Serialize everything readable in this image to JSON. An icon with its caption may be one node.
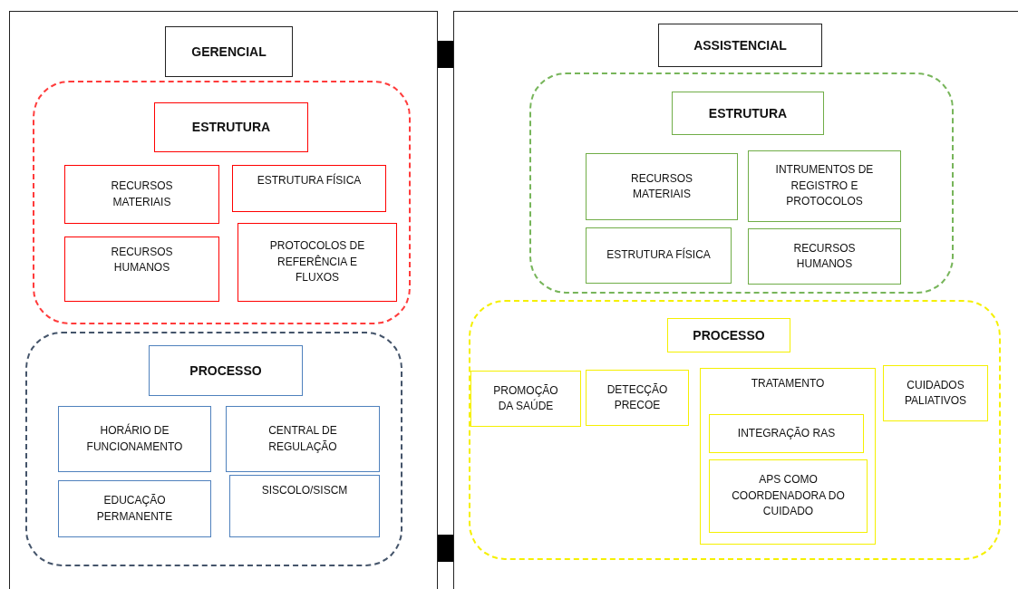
{
  "diagram": {
    "nodes": [
      {
        "text": [],
        "shape": "box"
      },
      {
        "text": [
          "GERENCIAL"
        ],
        "in": 0
      },
      {
        "text": [],
        "shape": "box",
        "in": 0
      },
      {
        "text": [
          "ESTRUTURA"
        ],
        "in": 2
      },
      {
        "text": [
          "RECURSOS MATERIAIS"
        ],
        "in": 2
      },
      {
        "text": [
          "ESTRUTURA FÍSICA"
        ],
        "in": 2
      },
      {
        "text": [
          "RECURSOS HUMANOS"
        ],
        "in": 2
      },
      {
        "text": [
          "PROTOCOLOS DE REFERÊNCIA E FLUXOS"
        ],
        "in": 2
      },
      {
        "text": [],
        "shape": "box",
        "in": 0
      },
      {
        "text": [
          "PROCESSO"
        ],
        "in": 8
      },
      {
        "text": [
          "HORÁRIO DE FUNCIONAMENTO"
        ],
        "in": 8
      },
      {
        "text": [
          "CENTRAL DE REGULAÇÃO"
        ],
        "in": 8
      },
      {
        "text": [
          "EDUCAÇÃO PERMANENTE"
        ],
        "in": 8
      },
      {
        "text": [
          "SISCOLO/SISCM"
        ],
        "in": 8
      },
      {
        "text": [],
        "shape": "box"
      },
      {
        "text": [
          "ASSISTENCIAL"
        ],
        "in": 14
      },
      {
        "text": [],
        "shape": "box",
        "in": 14
      },
      {
        "text": [
          "ESTRUTURA"
        ],
        "in": 16
      },
      {
        "text": [
          "RECURSOS MATERIAIS"
        ],
        "in": 16
      },
      {
        "text": [
          "INTRUMENTOS DE REGISTRO E PROTOCOLOS"
        ],
        "in": 16
      },
      {
        "text": [
          "ESTRUTURA FÍSICA"
        ],
        "in": 16
      },
      {
        "text": [
          "RECURSOS HUMANOS"
        ],
        "in": 16
      },
      {
        "text": [],
        "shape": "box",
        "in": 14
      },
      {
        "text": [
          "PROCESSO"
        ],
        "in": 22
      },
      {
        "text": [
          "PROMOÇÃO DA SAÚDE"
        ],
        "in": 22
      },
      {
        "text": [
          "DETECÇÃO PRECOE"
        ],
        "in": 22
      },
      {
        "text": [
          "TRATAMENTO"
        ],
        "in": 22
      },
      {
        "text": [
          "INTEGRAÇÃO RAS"
        ],
        "in": 26
      },
      {
        "text": [
          "APS COMO COORDENADORA DO CUIDADO"
        ],
        "in": 26
      },
      {
        "text": [
          "CUIDADOS PALIATIVOS"
        ],
        "in": 22
      }
    ],
    "edges": [
      {
        "from": 0,
        "to": 14,
        "arrow": "none"
      },
      {
        "from": 0,
        "to": 14,
        "arrow": "none"
      }
    ]
  }
}
